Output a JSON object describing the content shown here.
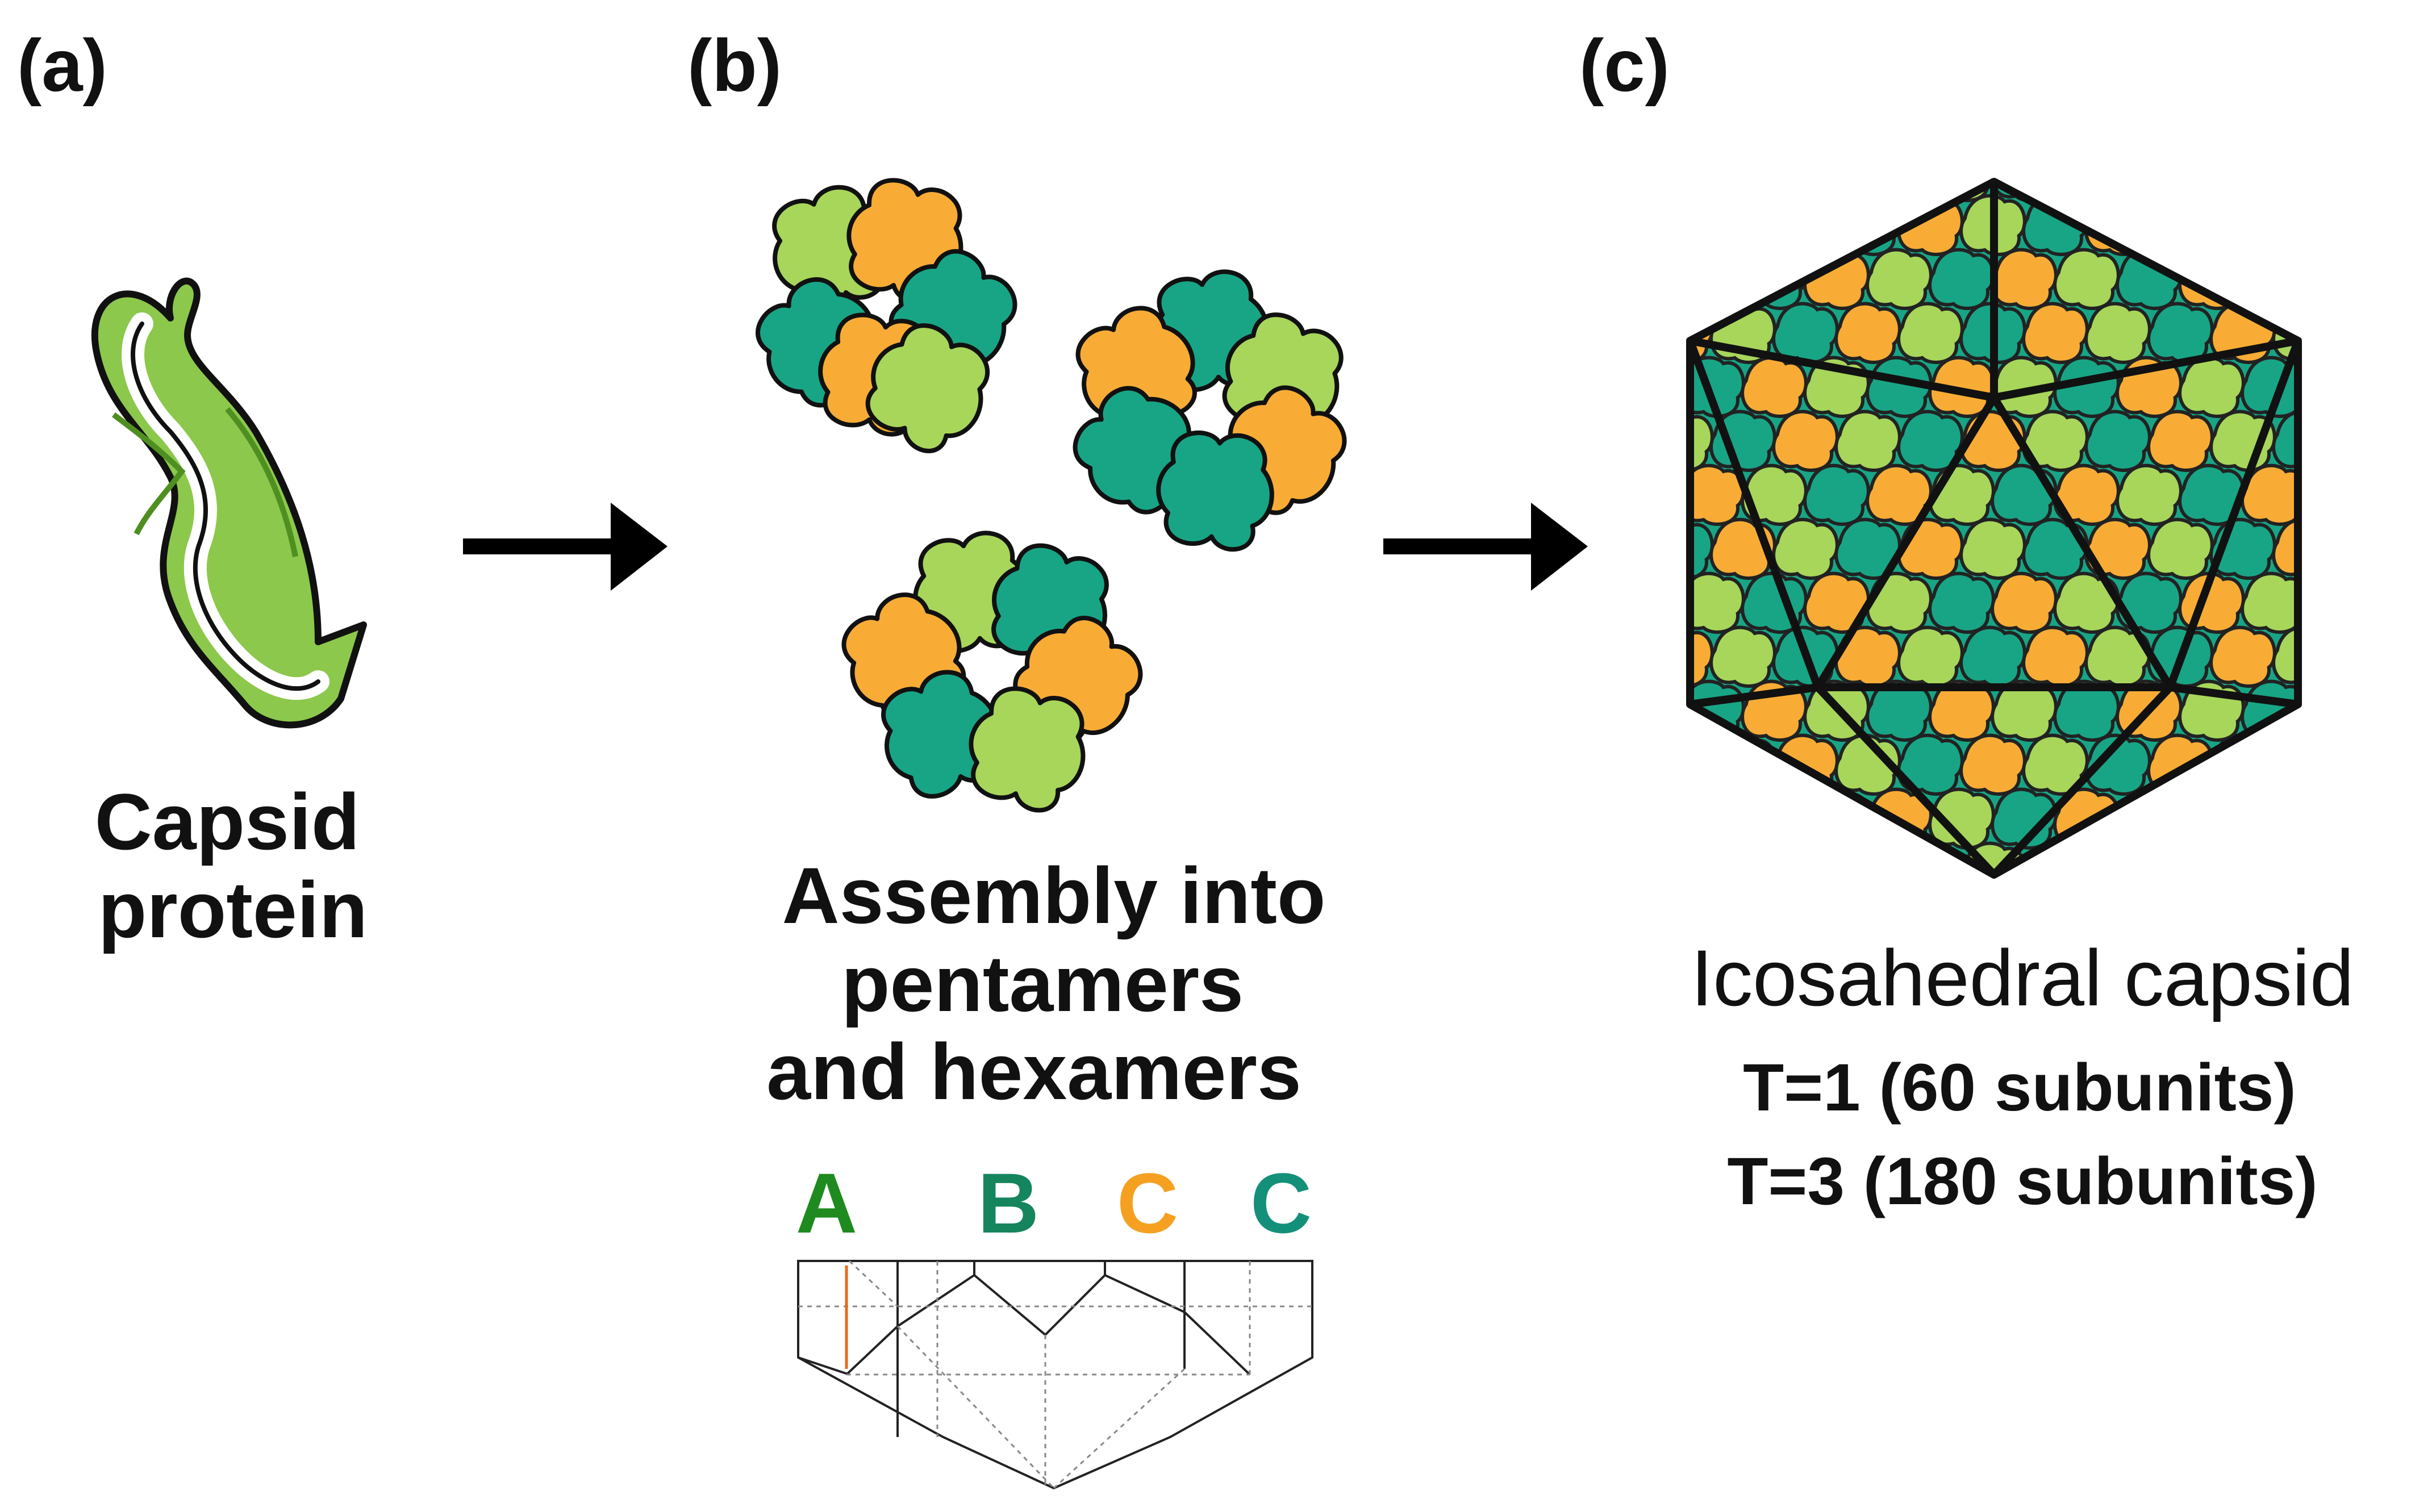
{
  "panels": {
    "a": {
      "label": "(a)",
      "caption_lines": [
        "Capsid",
        "protein"
      ]
    },
    "b": {
      "label": "(b)",
      "caption_lines": [
        "Assembly into",
        "pentamers",
        "and hexamers"
      ]
    },
    "c": {
      "label": "(c)",
      "caption_title": "Icosahedral capsid",
      "caption_lines": [
        "T=1 (60 subunits)",
        "T=3 (180 subunits)"
      ]
    }
  },
  "legend": [
    {
      "letter": "A",
      "color": "#1f8a1f"
    },
    {
      "letter": "B",
      "color": "#15855e"
    },
    {
      "letter": "C",
      "color": "#f5a020"
    },
    {
      "letter": "C",
      "color": "#14907a"
    }
  ],
  "colors": {
    "light_green": "#a7d65a",
    "teal": "#18a585",
    "orange": "#f8ac35",
    "outline": "#111111",
    "ribbon": "#8cc84b",
    "arrow": "#000000",
    "net_accent": "#e86a1c"
  }
}
